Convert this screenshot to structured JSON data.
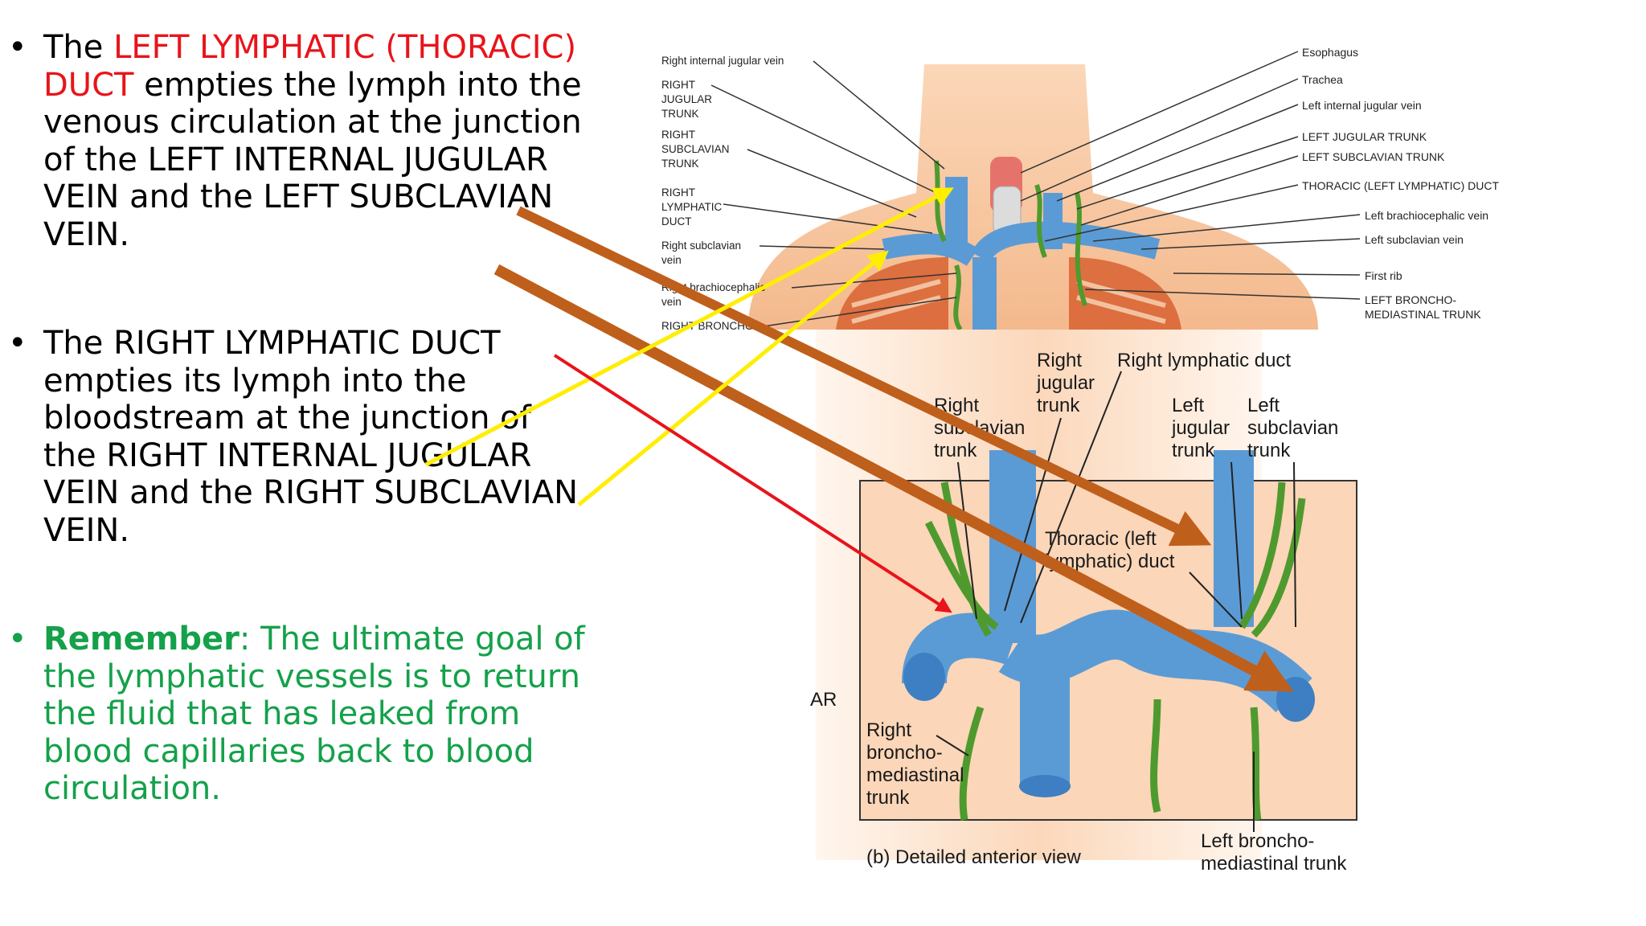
{
  "bullets": {
    "b1": {
      "dot": "•",
      "pre": "The ",
      "highlight": "LEFT LYMPHATIC (THORACIC) DUCT",
      "rest": " empties the lymph into the venous circulation at the junction of the LEFT INTERNAL JUGULAR VEIN and the LEFT SUBCLAVIAN VEIN."
    },
    "b2": {
      "dot": "•",
      "text": "The RIGHT LYMPHATIC DUCT empties its lymph into the bloodstream at the junction of the RIGHT INTERNAL JUGULAR VEIN and the RIGHT SUBCLAVIAN VEIN."
    },
    "b3": {
      "dot": "•",
      "bold": "Remember",
      "rest": ": The ultimate goal of the lymphatic vessels is to return the fluid that has leaked from blood capillaries back to blood circulation."
    }
  },
  "top_labels_left": {
    "l1": "Right internal jugular vein",
    "l2a": "RIGHT",
    "l2b": "JUGULAR",
    "l2c": "TRUNK",
    "l3a": "RIGHT",
    "l3b": "SUBCLAVIAN",
    "l3c": "TRUNK",
    "l4a": "RIGHT",
    "l4b": "LYMPHATIC",
    "l4c": "DUCT",
    "l5a": "Right subclavian",
    "l5b": "vein",
    "l6a": "Right brachiocephalic",
    "l6b": "vein",
    "l7": "RIGHT BRONCHO-"
  },
  "top_labels_right": {
    "r1": "Esophagus",
    "r2": "Trachea",
    "r3": "Left internal jugular vein",
    "r4": "LEFT JUGULAR TRUNK",
    "r5": "LEFT SUBCLAVIAN TRUNK",
    "r6": "THORACIC (LEFT LYMPHATIC) DUCT",
    "r7": "Left brachiocephalic vein",
    "r8": "Left subclavian vein",
    "r9": "First rib",
    "r10a": "LEFT BRONCHO-",
    "r10b": "MEDIASTINAL TRUNK"
  },
  "bottom_labels": {
    "rjt_a": "Right",
    "rjt_b": "jugular",
    "rjt_c": "trunk",
    "rld": "Right lymphatic duct",
    "rst_a": "Right",
    "rst_b": "subclavian",
    "rst_c": "trunk",
    "ljt_a": "Left",
    "ljt_b": "jugular",
    "ljt_c": "trunk",
    "lst_a": "Left",
    "lst_b": "subclavian",
    "lst_c": "trunk",
    "td_a": "Thoracic (left",
    "td_b": "lymphatic) duct",
    "ar": "AR",
    "rbm_a": "Right",
    "rbm_b": "broncho-",
    "rbm_c": "mediastinal",
    "rbm_d": "trunk",
    "caption": "(b) Detailed anterior view",
    "lbm_a": "Left broncho-",
    "lbm_b": "mediastinal trunk"
  },
  "colors": {
    "red": "#e8141b",
    "green": "#14a14a",
    "vein": "#5b9bd5",
    "lymph": "#4f9a2e",
    "brown_arrow": "#bf5f1c",
    "yellow_arrow": "#ffee00"
  }
}
